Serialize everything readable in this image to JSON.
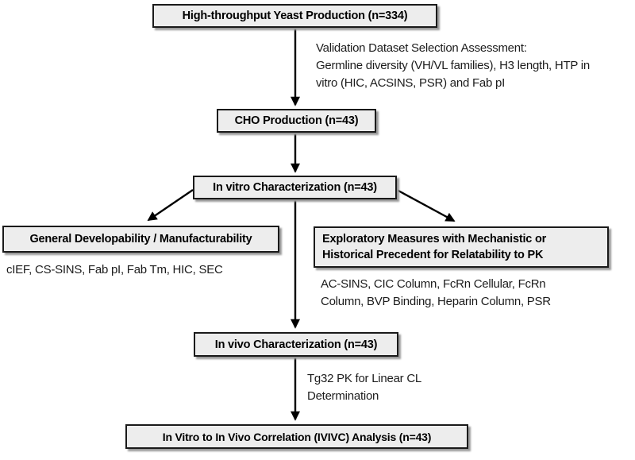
{
  "colors": {
    "background": "#ffffff",
    "node_fill": "#ededed",
    "node_border": "#1a1a1a",
    "node_shadow": "#999999",
    "arrow": "#000000",
    "node_text": "#000000",
    "annotation_text": "#1c1c1c"
  },
  "nodes": {
    "yeast": {
      "label": "High-throughput Yeast Production (n=334)"
    },
    "cho": {
      "label": "CHO Production (n=43)"
    },
    "invitro": {
      "label": "In vitro Characterization (n=43)"
    },
    "general": {
      "label": "General Developability / Manufacturability"
    },
    "exploratory": {
      "label": "Exploratory Measures with Mechanistic or\nHistorical Precedent for Relatability to PK"
    },
    "invivo": {
      "label": "In vivo Characterization (n=43)"
    },
    "ivivc": {
      "label": "In Vitro to In Vivo Correlation (IVIVC) Analysis (n=43)"
    }
  },
  "annotations": {
    "validation": "Validation Dataset Selection Assessment:\nGermline diversity (VH/VL families), H3 length, HTP in\nvitro (HIC, ACSINS, PSR) and Fab pI",
    "general_assays": "cIEF, CS-SINS, Fab pI, Fab Tm, HIC, SEC",
    "exploratory_assays": "AC-SINS, CIC Column, FcRn Cellular, FcRn\nColumn, BVP Binding, Heparin Column, PSR",
    "tg32": "Tg32 PK for Linear CL\nDetermination"
  }
}
